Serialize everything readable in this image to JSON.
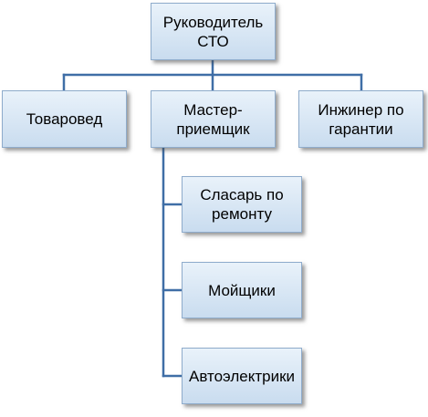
{
  "nodes": {
    "root": "Руководитель СТО",
    "tovaroved": "Товаровед",
    "master": "Мастер-приемщик",
    "engineer": "Инжинер по гарантии",
    "repair": "Сласарь по ремонту",
    "washers": "Мойщики",
    "electricians": "Автоэлектрики"
  },
  "colors": {
    "connector": "#3f6ea6",
    "box_top": "#e9f2fa",
    "box_bottom": "#c9dcef",
    "box_border": "#8faccc"
  }
}
